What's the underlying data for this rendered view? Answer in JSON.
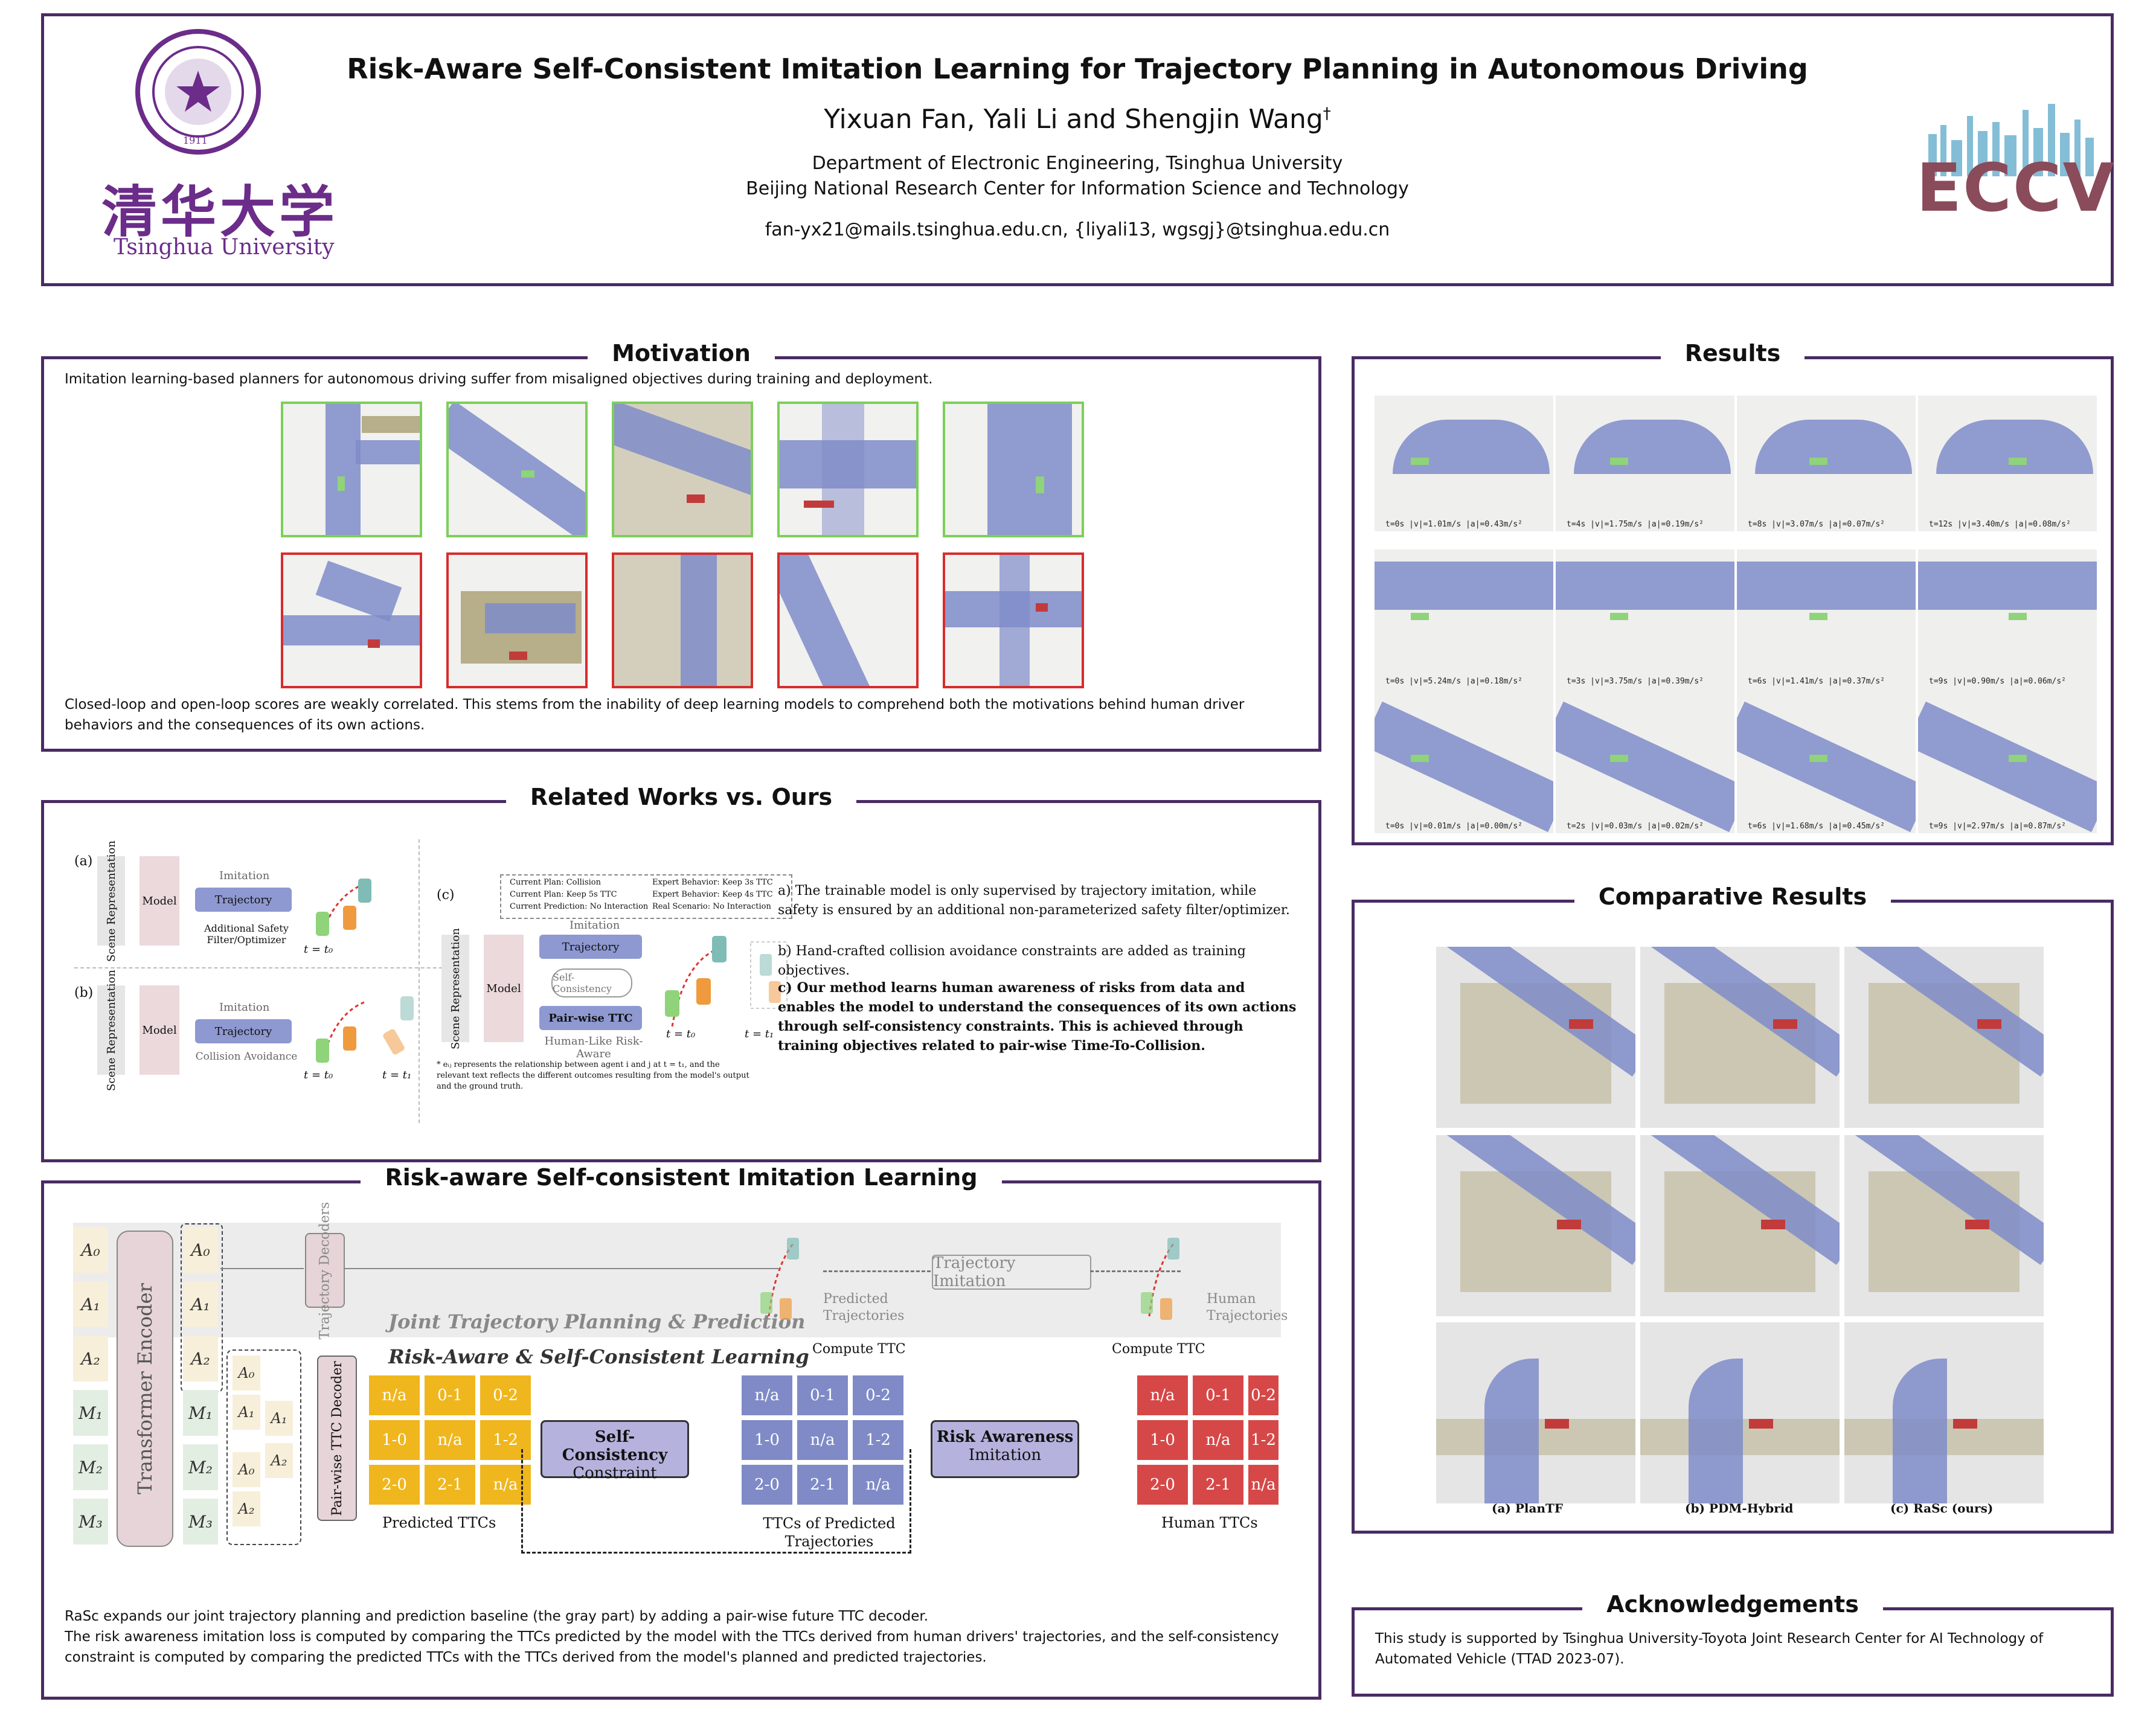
{
  "header": {
    "title": "Risk-Aware Self-Consistent Imitation Learning for Trajectory Planning in Autonomous Driving",
    "authors": "Yixuan Fan, Yali Li and Shengjin Wang",
    "dagger": "†",
    "affiliation1": "Department of Electronic Engineering, Tsinghua University",
    "affiliation2": "Beijing National Research Center for Information Science and Technology",
    "email": "fan-yx21@mails.tsinghua.edu.cn, {liyali13, wgsgj}@tsinghua.edu.cn",
    "logo_left_chinese": "清华大学",
    "logo_left_text": "Tsinghua University",
    "logo_left_year": "1911",
    "logo_right": "ECCV"
  },
  "motivation": {
    "title": "Motivation",
    "intro": "Imitation learning-based planners for autonomous driving suffer from misaligned objectives during training and deployment.",
    "conclusion": "Closed-loop and open-loop scores are weakly correlated.  This stems from the inability of deep learning models to comprehend both the motivations behind human driver behaviors and the consequences of its own actions."
  },
  "related": {
    "title": "Related Works vs. Ours",
    "label_a": "(a)",
    "label_b": "(b)",
    "label_c": "(c)",
    "scene_rep": "Scene Representation",
    "model": "Model",
    "imitation": "Imitation",
    "trajectory": "Trajectory",
    "safety_filter": "Additional Safety Filter/Optimizer",
    "collision_avoidance": "Collision Avoidance",
    "self_consistency": "Self-Consistency",
    "pairwise_ttc": "Pair-wise TTC",
    "human_like": "Human-Like Risk-Aware",
    "t0": "t = t₀",
    "t1": "t = t₁",
    "legend_rows": [
      "Current Plan: Collision",
      "Current Plan: Keep 5s TTC",
      "Current Prediction: No Interaction",
      "Expert Behavior: Keep 3s TTC",
      "Expert Behavior: Keep 4s TTC",
      "Real Scenario: No Interaction"
    ],
    "footnote": "* eᵢⱼ represents the relationship between agent i and j at t = t₁, and the relevant text reflects the different outcomes resulting from the model's output and the ground truth.",
    "text_a": "a) The trainable model is only supervised by trajectory imitation, while safety is ensured by an additional non-parameterized safety filter/optimizer.",
    "text_b": "b) Hand-crafted collision avoidance constraints are added as training objectives.",
    "text_c": "c) Our method learns human awareness of risks from data and enables the model to understand the consequences of its own actions through self-consistency constraints. This is achieved through training objectives related to pair-wise Time-To-Collision."
  },
  "method": {
    "title": "Risk-aware Self-consistent Imitation Learning",
    "transformer_encoder": "Transformer Encoder",
    "trajectory_decoders": "Trajectory Decoders",
    "joint_planning": "Joint Trajectory Planning & Prediction",
    "risk_aware_learning": "Risk-Aware & Self-Consistent Learning",
    "pairwise_decoder": "Pair-wise TTC Decoder",
    "predicted_trajectories": "Predicted Trajectories",
    "human_trajectories": "Human Trajectories",
    "trajectory_imitation": "Trajectory Imitation",
    "compute_ttc": "Compute TTC",
    "self_consistency": "Self-Consistency",
    "constraint": "Constraint",
    "risk_awareness": "Risk Awareness",
    "imitation": "Imitation",
    "predicted_ttcs": "Predicted TTCs",
    "ttcs_of_predicted": "TTCs of Predicted Trajectories",
    "human_ttcs": "Human TTCs",
    "tokens_a": [
      "A₀",
      "A₁",
      "A₂"
    ],
    "tokens_m": [
      "M₁",
      "M₂",
      "M₃"
    ],
    "matrix": [
      "n/a",
      "0-1",
      "0-2",
      "1-0",
      "n/a",
      "1-2",
      "2-0",
      "2-1",
      "n/a"
    ],
    "para1": "RaSc expands our joint trajectory planning and prediction baseline (the gray part) by adding a pair-wise future TTC decoder.",
    "para2": "The risk awareness imitation loss is computed by comparing the TTCs predicted by the model with the TTCs derived from human drivers' trajectories, and the self-consistency constraint is computed by comparing the predicted TTCs with the TTCs derived from the model's planned and predicted trajectories."
  },
  "results": {
    "title": "Results",
    "row1": [
      "t=0s   |v|=1.01m/s   |a|=0.43m/s²",
      "t=4s   |v|=1.75m/s   |a|=0.19m/s²",
      "t=8s   |v|=3.07m/s   |a|=0.07m/s²",
      "t=12s   |v|=3.40m/s   |a|=0.08m/s²"
    ],
    "row2": [
      "t=0s   |v|=5.24m/s   |a|=0.18m/s²",
      "t=3s   |v|=3.75m/s   |a|=0.39m/s²",
      "t=6s   |v|=1.41m/s   |a|=0.37m/s²",
      "t=9s   |v|=0.90m/s   |a|=0.06m/s²"
    ],
    "row3": [
      "t=0s   |v|=0.01m/s   |a|=0.00m/s²",
      "t=2s   |v|=0.03m/s   |a|=0.02m/s²",
      "t=6s   |v|=1.68m/s   |a|=0.45m/s²",
      "t=9s   |v|=2.97m/s   |a|=0.87m/s²"
    ]
  },
  "comparative": {
    "title": "Comparative Results",
    "captions": [
      "(a) PlanTF",
      "(b) PDM-Hybrid",
      "(c) RaSc (ours)"
    ]
  },
  "ack": {
    "title": "Acknowledgements",
    "text": "This study is supported by Tsinghua University-Toyota Joint Research Center for AI Technology of Automated Vehicle (TTAD 2023-07)."
  },
  "colors": {
    "frame": "#4a2b63",
    "tsinghua_purple": "#6b2c8a",
    "green_border": "#7ccf5a",
    "red_border": "#d62d2d",
    "yellow": "#f0b61d",
    "blue": "#7f8ac7",
    "red": "#d64848"
  }
}
